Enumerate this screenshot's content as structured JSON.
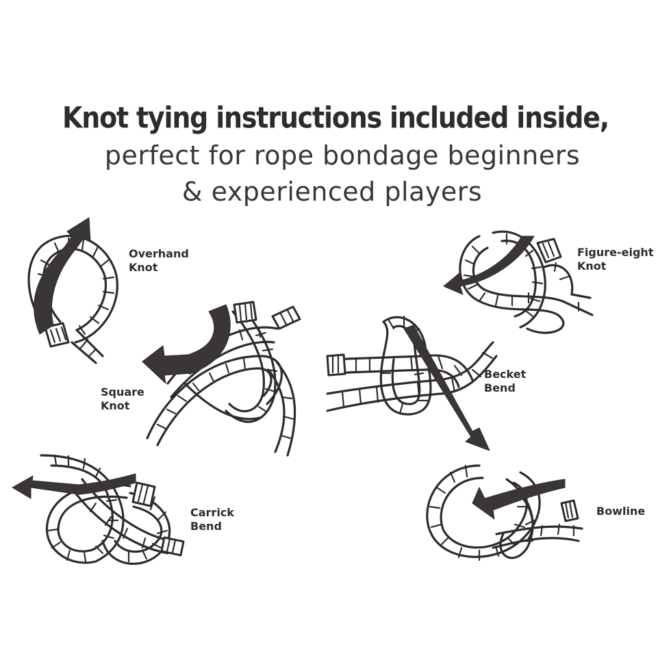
{
  "headline": {
    "line1": "Knot tying instructions included inside,",
    "line2": "perfect for rope bondage beginners",
    "line3": "& experienced players"
  },
  "knots": [
    {
      "id": "overhand",
      "line1": "Overhand",
      "line2": "Knot"
    },
    {
      "id": "figure-eight",
      "line1": "Figure-eight",
      "line2": "Knot"
    },
    {
      "id": "square",
      "line1": "Square",
      "line2": "Knot"
    },
    {
      "id": "becket",
      "line1": "Becket",
      "line2": "Bend"
    },
    {
      "id": "carrick",
      "line1": "Carrick",
      "line2": "Bend"
    },
    {
      "id": "bowline",
      "line1": "Bowline",
      "line2": ""
    }
  ],
  "colors": {
    "ink": "#2f2b2c",
    "arrow": "#3a3637",
    "background": "#ffffff"
  },
  "icons": [
    "rope-knot-illustration",
    "direction-arrow"
  ]
}
